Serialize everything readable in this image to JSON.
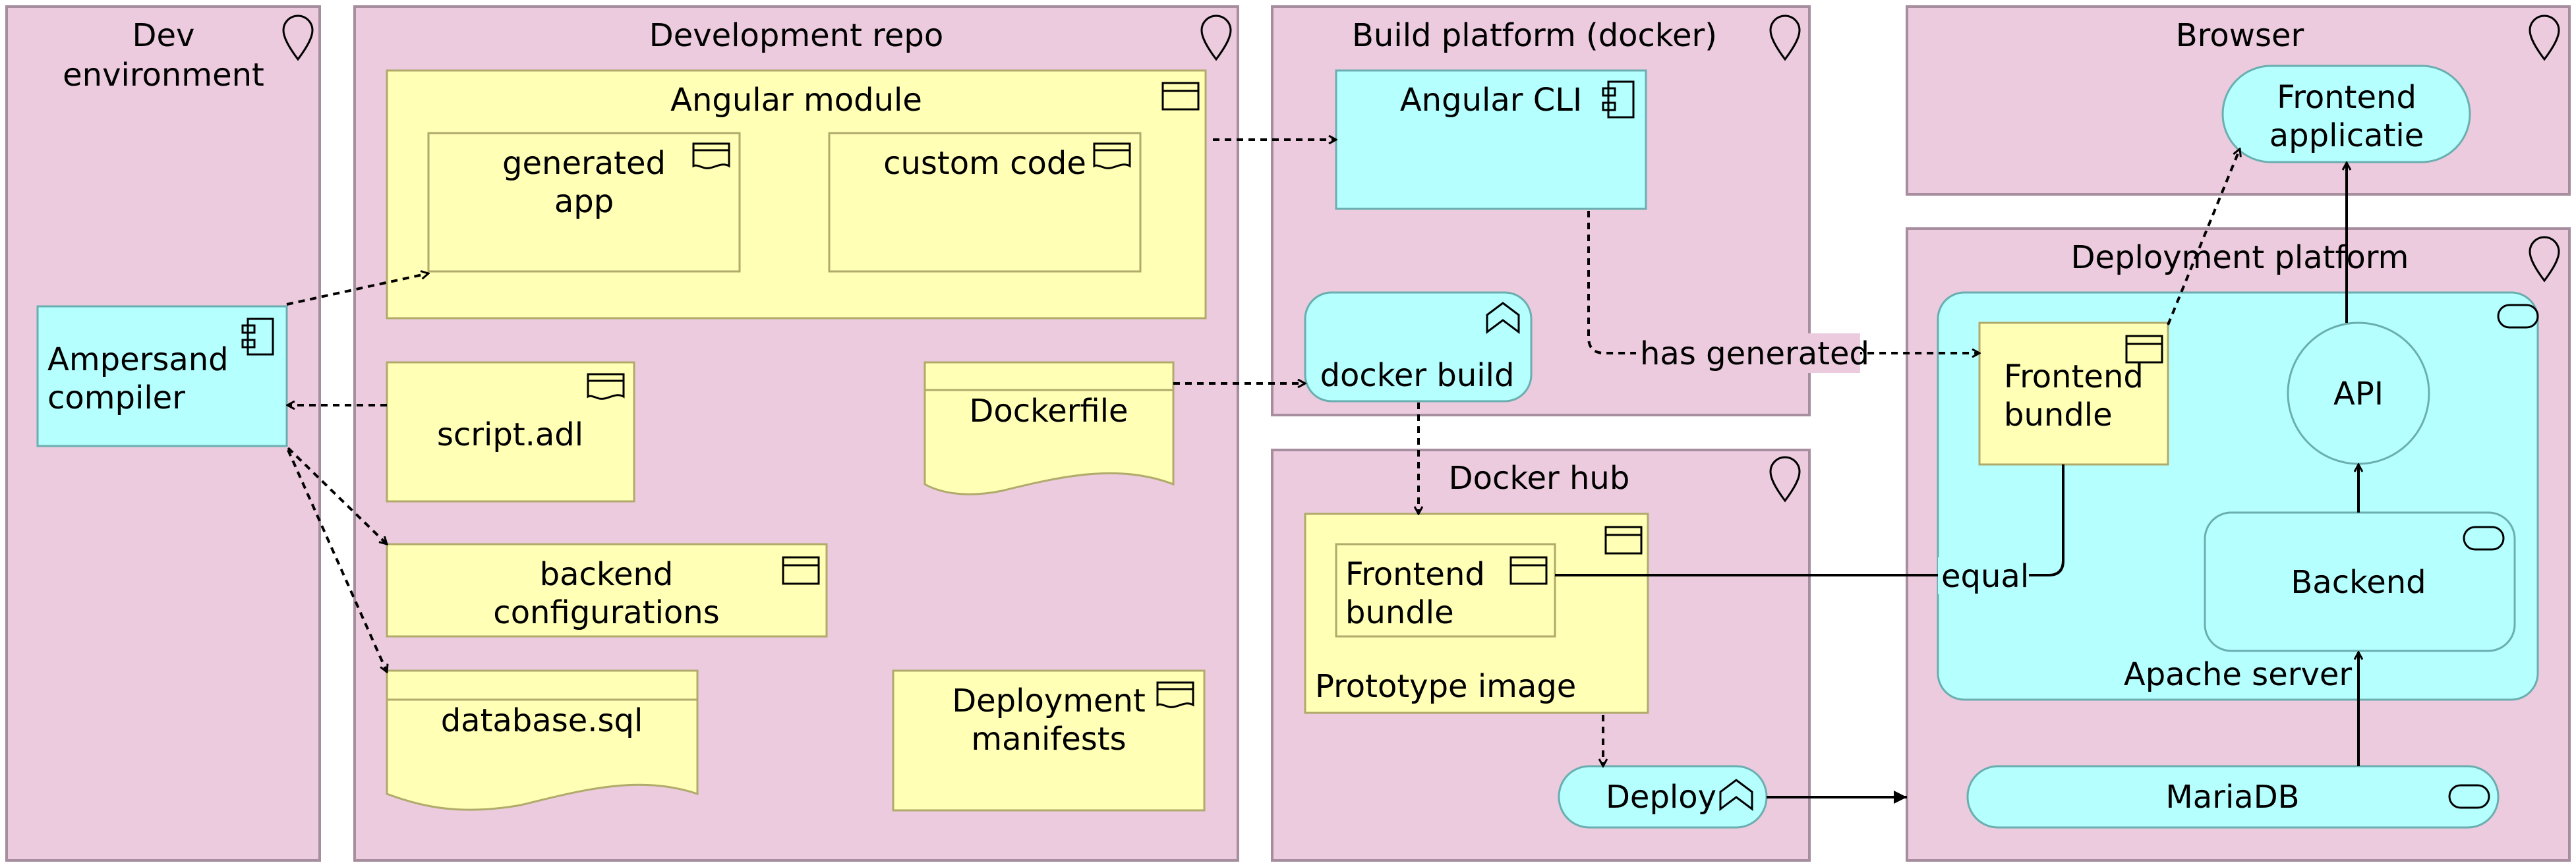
{
  "locations": {
    "dev_environment": [
      "Dev",
      "environment"
    ],
    "development_repo": "Development repo",
    "build_platform": "Build platform (docker)",
    "docker_hub": "Docker hub",
    "browser": "Browser",
    "deployment_platform": "Deployment platform"
  },
  "elements": {
    "ampersand_compiler": [
      "Ampersand",
      "compiler"
    ],
    "angular_module": "Angular module",
    "generated_app": [
      "generated",
      "app"
    ],
    "custom_code": "custom code",
    "script_adl": "script.adl",
    "dockerfile": "Dockerfile",
    "backend_configurations": [
      "backend",
      "configurations"
    ],
    "database_sql": "database.sql",
    "deployment_manifests": [
      "Deployment",
      "manifests"
    ],
    "angular_cli": "Angular CLI",
    "docker_build": "docker build",
    "prototype_image": "Prototype image",
    "frontend_bundle_hub": [
      "Frontend",
      "bundle"
    ],
    "deploy": "Deploy",
    "frontend_applicatie": [
      "Frontend",
      "applicatie"
    ],
    "apache_server": "Apache server",
    "frontend_bundle_deploy": [
      "Frontend",
      "bundle"
    ],
    "api": "API",
    "backend": "Backend",
    "mariadb": "MariaDB"
  },
  "relations": {
    "has_generated": "has generated",
    "equal": "equal"
  }
}
